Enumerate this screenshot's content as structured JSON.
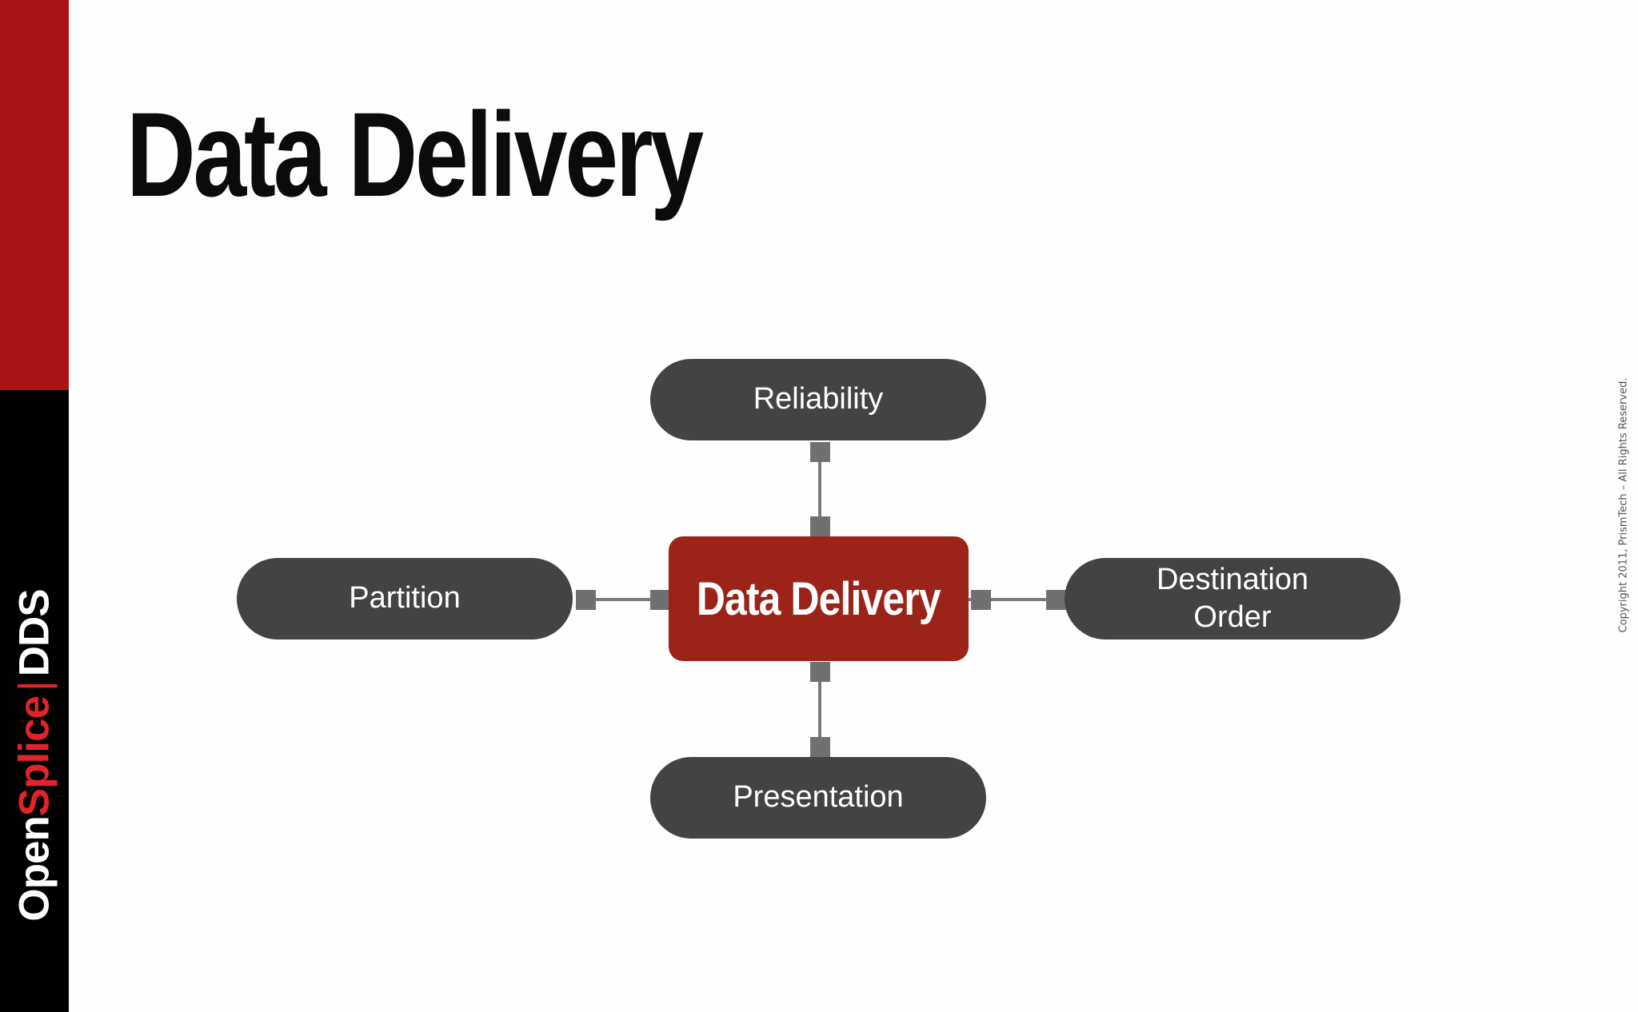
{
  "brand": {
    "open": "Open",
    "splice": "Splice",
    "separator": "|",
    "dds": "DDS"
  },
  "title": "Data Delivery",
  "diagram": {
    "center": "Data Delivery",
    "top": "Reliability",
    "left": "Partition",
    "right_line1": "Destination",
    "right_line2": "Order",
    "bottom": "Presentation"
  },
  "copyright": "Copyright 2011, PrismTech – All Rights Reserved.",
  "colors": {
    "sidebar_red": "#a91419",
    "sidebar_black": "#000000",
    "pill_gray": "#434343",
    "center_red": "#9b2318",
    "connector_gray": "#707070"
  }
}
